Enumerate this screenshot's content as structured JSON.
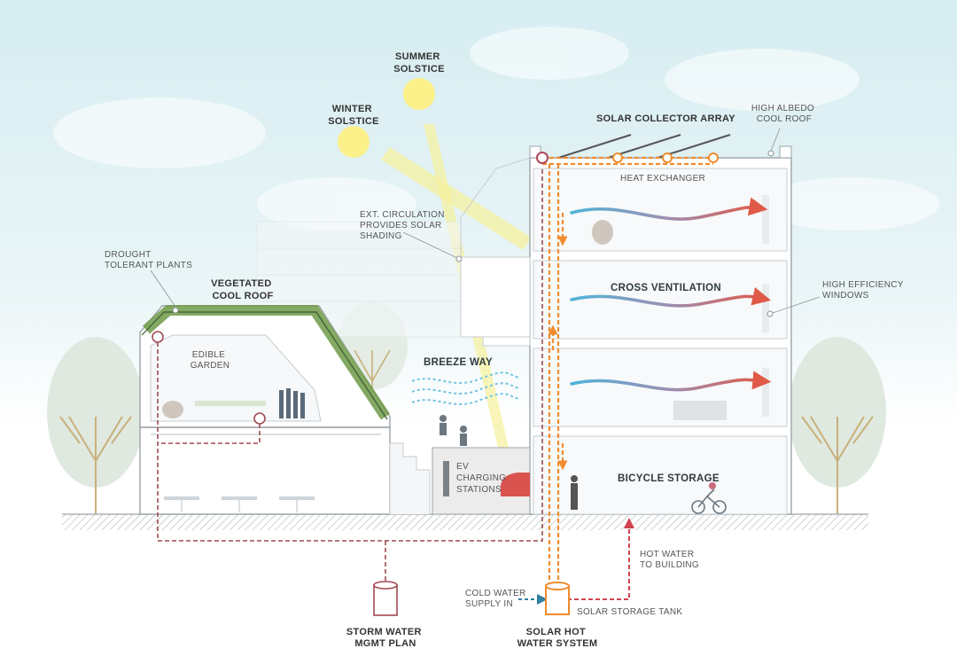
{
  "colors": {
    "sky": "#d9eef2",
    "orange_pipe": "#f08c2e",
    "red_pipe": "#b0455a",
    "storm_pipe": "#a04a52",
    "cold_arrow": "#2e7fa0",
    "cool_air": "#4fb3d9",
    "warm_air": "#e05a48",
    "roof_green": "#6f9a48",
    "sun": "#fbf08a"
  },
  "labels": {
    "summer_solstice": [
      "SUMMER",
      "SOLSTICE"
    ],
    "winter_solstice": [
      "WINTER",
      "SOLSTICE"
    ],
    "solar_collector_array": "SOLAR COLLECTOR ARRAY",
    "high_albedo_cool_roof": [
      "HIGH ALBEDO",
      "COOL ROOF"
    ],
    "heat_exchanger": "HEAT EXCHANGER",
    "ext_circulation": [
      "EXT. CIRCULATION",
      "PROVIDES SOLAR",
      "SHADING"
    ],
    "drought_tolerant_plants": [
      "DROUGHT",
      "TOLERANT PLANTS"
    ],
    "vegetated_cool_roof": [
      "VEGETATED",
      "COOL ROOF"
    ],
    "cross_ventilation": "CROSS VENTILATION",
    "high_efficiency_windows": [
      "HIGH EFFICIENCY",
      "WINDOWS"
    ],
    "edible_garden": [
      "EDIBLE",
      "GARDEN"
    ],
    "breeze_way": "BREEZE WAY",
    "ev_charging_stations": [
      "EV",
      "CHARGING",
      "STATIONS"
    ],
    "bicycle_storage": "BICYCLE STORAGE",
    "hot_water_to_building": [
      "HOT WATER",
      "TO BUILDING"
    ],
    "cold_water_supply_in": [
      "COLD WATER",
      "SUPPLY IN"
    ],
    "solar_storage_tank": "SOLAR STORAGE TANK",
    "storm_water_mgmt_plan": [
      "STORM WATER",
      "MGMT PLAN"
    ],
    "solar_hot_water_system": [
      "SOLAR HOT",
      "WATER SYSTEM"
    ]
  }
}
